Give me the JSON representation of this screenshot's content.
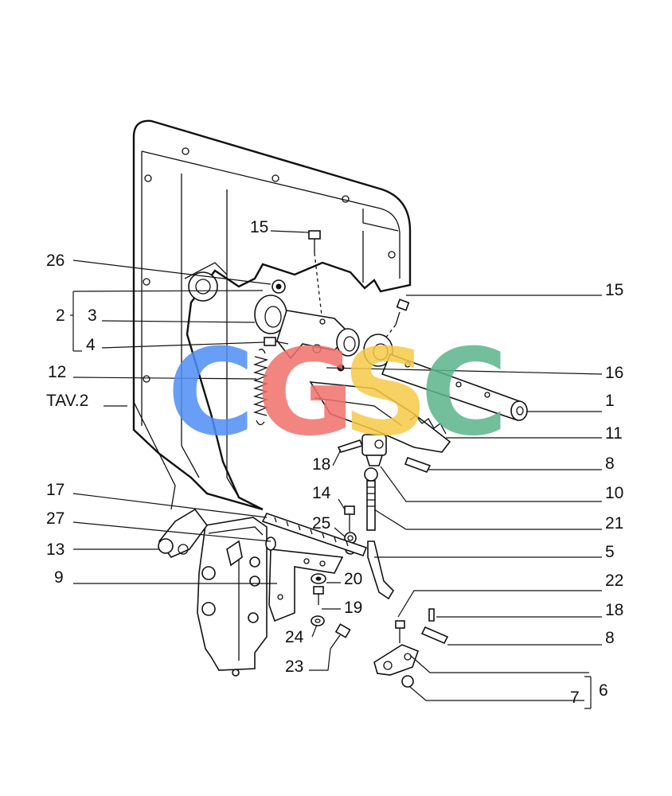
{
  "watermark": {
    "letters": [
      "C",
      "G",
      "S",
      "C"
    ],
    "colors": [
      "#4f8ef5",
      "#f2706a",
      "#f7c948",
      "#5bb58a"
    ]
  },
  "labels": {
    "l15a": "15",
    "l26": "26",
    "l15b": "15",
    "l2": "2",
    "l3": "3",
    "l4": "4",
    "l12": "12",
    "l16": "16",
    "ltav": "TAV.2",
    "l1": "1",
    "l11": "11",
    "l18a": "18",
    "l8a": "8",
    "l14": "14",
    "l10": "10",
    "l17": "17",
    "l25": "25",
    "l21": "21",
    "l27": "27",
    "l5": "5",
    "l13": "13",
    "l20": "20",
    "l9": "9",
    "l22": "22",
    "l19": "19",
    "l18b": "18",
    "l24": "24",
    "l8b": "8",
    "l23": "23",
    "l6": "6",
    "l7": "7"
  }
}
